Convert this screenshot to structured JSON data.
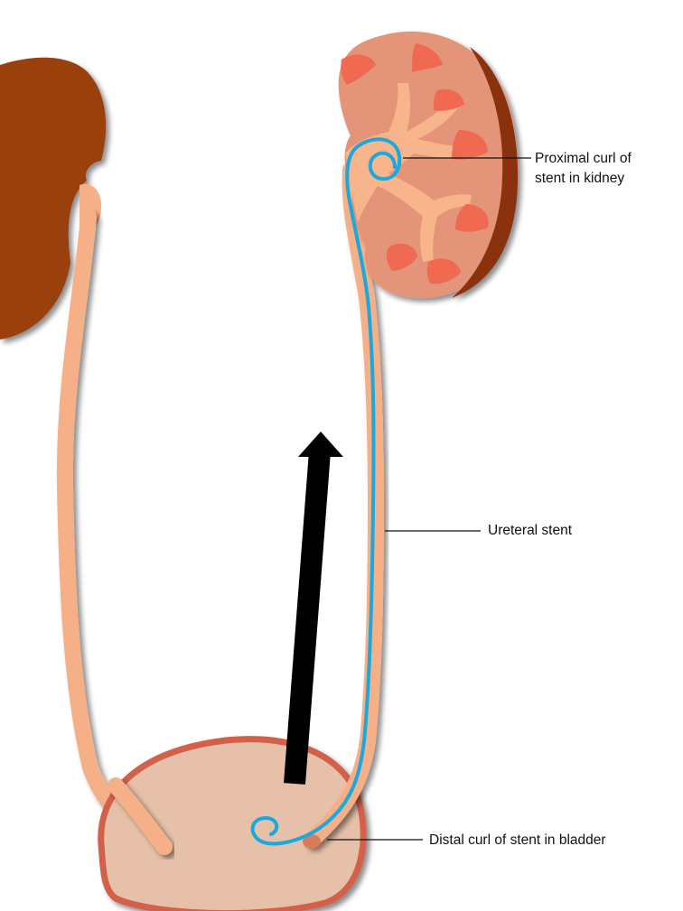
{
  "diagram": {
    "labels": {
      "proximal_curl": "Proximal curl of\nstent in kidney",
      "ureteral_stent": "Ureteral stent",
      "distal_curl": "Distal curl of stent in bladder"
    },
    "parts": [
      "left-kidney",
      "right-kidney",
      "left-ureter",
      "right-ureter",
      "bladder",
      "ureteral-stent",
      "direction-arrow"
    ],
    "colors": {
      "left_kidney": "#9a3f0d",
      "kidney_cortex": "#e49479",
      "kidney_pyramids": "#f06a52",
      "renal_pelvis": "#f8b48a",
      "ureter": "#f6b088",
      "bladder_fill": "#e6c0a8",
      "bladder_wall": "#d3604a",
      "stent": "#1aa9de",
      "arrow": "#000000",
      "leader_lines": "#111111"
    }
  }
}
